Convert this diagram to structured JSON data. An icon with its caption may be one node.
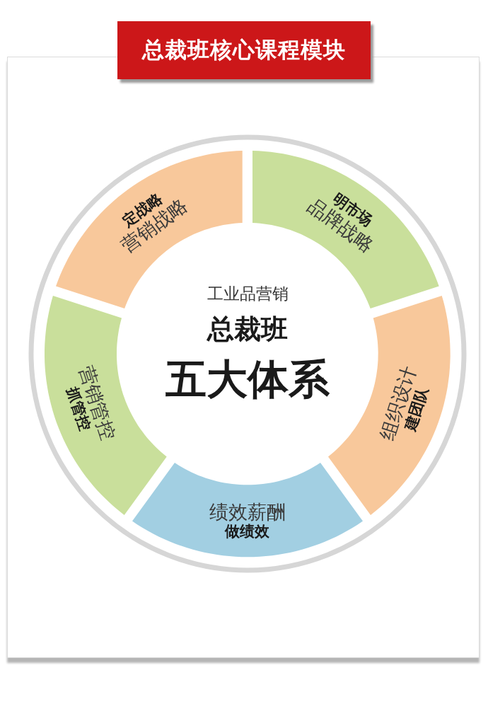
{
  "diagram": {
    "nodes": [
      {
        "text": [
          "总裁班核心课程模块"
        ]
      },
      {
        "text": [
          "工业品营销",
          "总裁班",
          "五大体系"
        ]
      },
      {
        "text": [
          "定战略",
          "营销战略"
        ]
      },
      {
        "text": [
          "明市场",
          "品牌战略"
        ]
      },
      {
        "text": [
          "组织设计",
          "建团队"
        ]
      },
      {
        "text": [
          "绩效薪酬",
          "做绩效"
        ]
      },
      {
        "text": [
          "营销管控",
          "抓管控"
        ]
      }
    ]
  }
}
